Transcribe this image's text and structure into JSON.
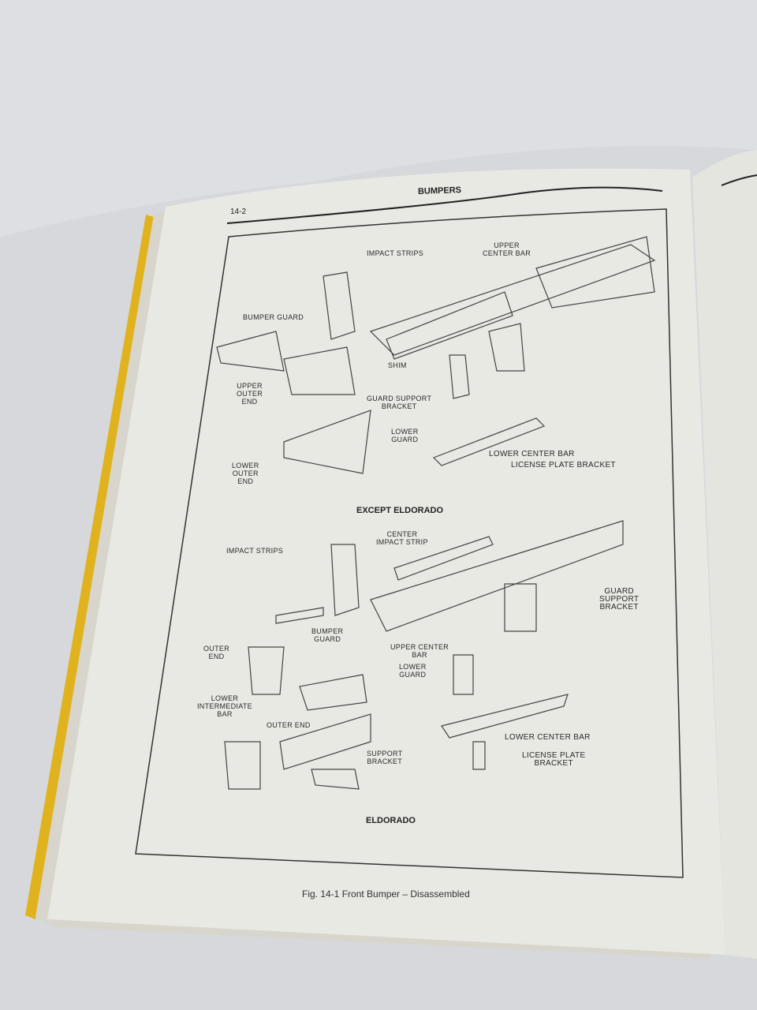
{
  "page": {
    "section_title": "BUMPERS",
    "page_number": "14-2",
    "caption": "Fig. 14-1  Front Bumper – Disassembled"
  },
  "diagram_top": {
    "title": "EXCEPT ELDORADO",
    "labels": {
      "impact_strips": "IMPACT STRIPS",
      "upper_center_bar": "UPPER\nCENTER BAR",
      "bumper_guard": "BUMPER GUARD",
      "shim": "SHIM",
      "upper_outer_end": "UPPER\nOUTER\nEND",
      "guard_support_bracket": "GUARD SUPPORT\nBRACKET",
      "lower_guard": "LOWER\nGUARD",
      "lower_center_bar": "LOWER CENTER BAR",
      "license_plate_bracket": "LICENSE PLATE BRACKET",
      "lower_outer_end": "LOWER\nOUTER\nEND"
    }
  },
  "diagram_bottom": {
    "title": "ELDORADO",
    "labels": {
      "impact_strips": "IMPACT STRIPS",
      "center_impact_strip": "CENTER\nIMPACT STRIP",
      "guard_support_bracket": "GUARD\nSUPPORT\nBRACKET",
      "bumper_guard": "BUMPER\nGUARD",
      "outer_end": "OUTER\nEND",
      "upper_center_bar": "UPPER CENTER\nBAR",
      "lower_guard": "LOWER\nGUARD",
      "lower_intermediate_bar": "LOWER\nINTERMEDIATE\nBAR",
      "outer_end_2": "OUTER END",
      "support_bracket": "SUPPORT\nBRACKET",
      "lower_center_bar": "LOWER CENTER BAR",
      "license_plate_bracket": "LICENSE PLATE\nBRACKET"
    }
  },
  "colors": {
    "page": "#e9eae3",
    "cover_edge": "#e0b21e",
    "cloth": "#d9dbdf",
    "ink": "#2a2a2a"
  }
}
